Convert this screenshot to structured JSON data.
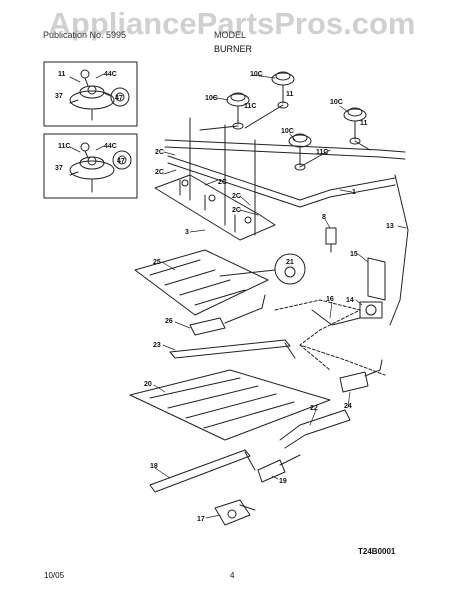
{
  "watermark": "AppliancePartsPros.com",
  "header": {
    "left_text": "Publication No. 5995",
    "right_text": "MODEL",
    "section_title": "BURNER"
  },
  "footer": {
    "date": "10/05",
    "page": "4"
  },
  "diagram_code": "T24B0001",
  "part_labels": {
    "p11": "11",
    "p44c": "44C",
    "p37": "37",
    "p47": "47",
    "p11c": "11C",
    "p44c_b": "44C",
    "p37_b": "37",
    "p47_b": "47",
    "p10c_a": "10C",
    "p11_a": "11",
    "p10c_b": "10C",
    "p11c_a": "11C",
    "p10c_c": "10C",
    "p11_b": "11",
    "p10c_d": "10C",
    "p11c_b": "11C",
    "p2c_a": "2C",
    "p2c_b": "2C",
    "p2c_c": "2C",
    "p2c_d": "2C",
    "p2c_e": "2C",
    "p1": "1",
    "p3": "3",
    "p8": "8",
    "p13": "13",
    "p15": "15",
    "p14": "14",
    "p16": "16",
    "p21": "21",
    "p25": "25",
    "p26": "26",
    "p23": "23",
    "p20": "20",
    "p22": "22",
    "p24": "24",
    "p18": "18",
    "p19": "19",
    "p17": "17"
  }
}
